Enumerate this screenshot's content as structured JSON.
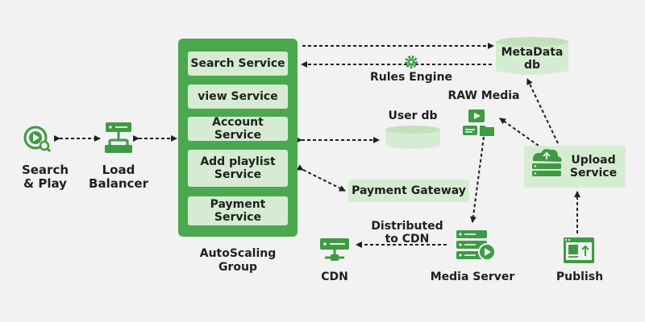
{
  "client": {
    "label_line1": "Search",
    "label_line2": "& Play"
  },
  "load_balancer": {
    "label_line1": "Load",
    "label_line2": "Balancer"
  },
  "autoscaling": {
    "label_line1": "AutoScaling",
    "label_line2": "Group",
    "services": [
      {
        "line1": "Search Service",
        "line2": ""
      },
      {
        "line1": "view Service",
        "line2": ""
      },
      {
        "line1": "Account Service",
        "line2": ""
      },
      {
        "line1": "Add playlist",
        "line2": "Service"
      },
      {
        "line1": "Payment",
        "line2": "Service"
      }
    ]
  },
  "metadata_db": {
    "label_line1": "MetaData",
    "label_line2": "db"
  },
  "rules_engine": {
    "label": "Rules Engine"
  },
  "raw_media": {
    "label": "RAW Media"
  },
  "user_db": {
    "label": "User db"
  },
  "upload_service": {
    "label_line1": "Upload",
    "label_line2": "Service"
  },
  "payment_gateway": {
    "label": "Payment Gateway"
  },
  "distributed_label": {
    "line1": "Distributed",
    "line2": "to CDN"
  },
  "cdn": {
    "label": "CDN"
  },
  "media_server": {
    "label": "Media Server"
  },
  "publish": {
    "label": "Publish"
  },
  "colors": {
    "dark_green": "#3f9a45",
    "light_green": "#d6ecd2",
    "background": "#f2f2f2",
    "arrow": "#1f1f1f"
  }
}
